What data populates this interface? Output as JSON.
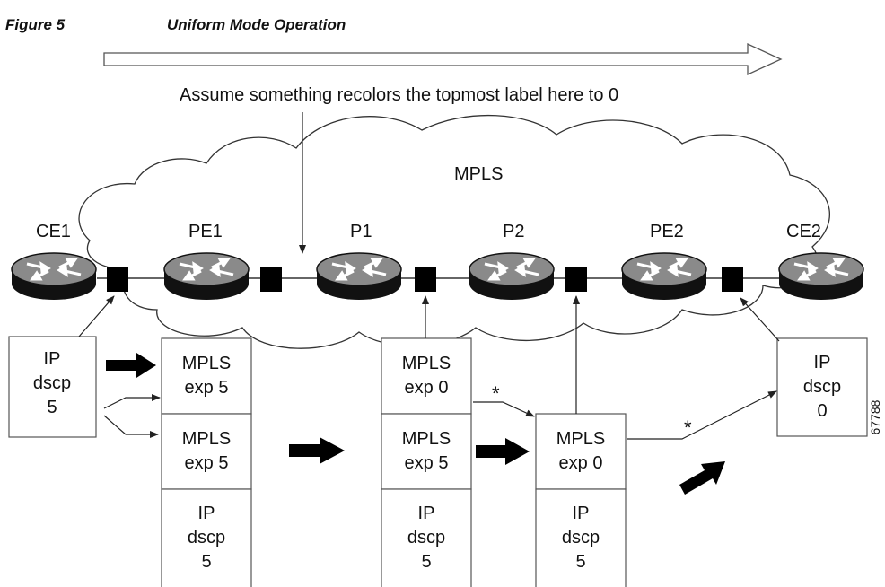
{
  "caption": {
    "figure_number": "Figure 5",
    "title": "Uniform Mode Operation"
  },
  "annotation": "Assume something recolors the topmost label here to 0",
  "cloud_label": "MPLS",
  "routers": [
    "CE1",
    "PE1",
    "P1",
    "P2",
    "PE2",
    "CE2"
  ],
  "packets": {
    "ingress": [
      "IP",
      "dscp",
      "5"
    ],
    "pe1_top": [
      "MPLS",
      "exp 5"
    ],
    "pe1_mid": [
      "MPLS",
      "exp 5"
    ],
    "pe1_bot": [
      "IP",
      "dscp",
      "5"
    ],
    "p1_top": [
      "MPLS",
      "exp 0"
    ],
    "p1_mid": [
      "MPLS",
      "exp 5"
    ],
    "p1_bot": [
      "IP",
      "dscp",
      "5"
    ],
    "p2_top": [
      "MPLS",
      "exp 0"
    ],
    "p2_bot": [
      "IP",
      "dscp",
      "5"
    ],
    "egress": [
      "IP",
      "dscp",
      "0"
    ]
  },
  "markers": [
    "*",
    "*"
  ],
  "figure_id": "67788",
  "colors": {
    "router_dark": "#111111",
    "router_light": "#8a8a8a",
    "box_border": "#555555"
  }
}
